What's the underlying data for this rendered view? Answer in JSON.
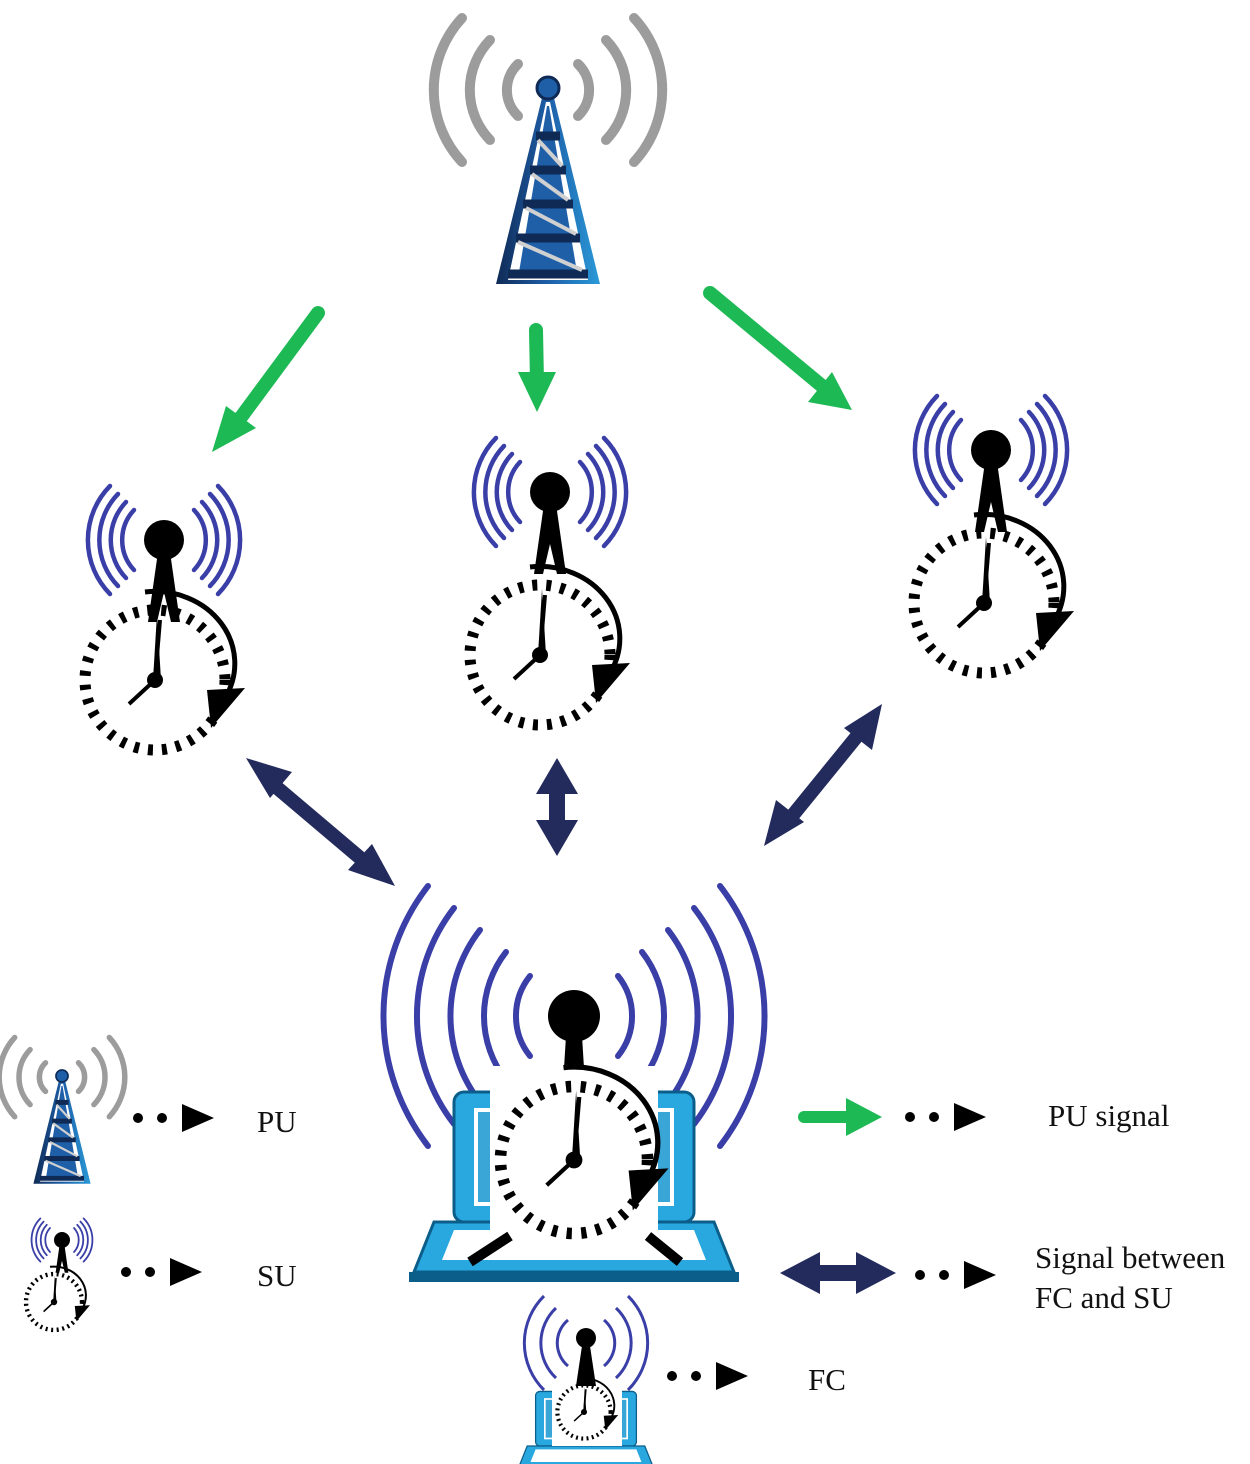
{
  "colors": {
    "pu_signal_arrow": "#1db954",
    "fc_su_arrow": "#232a5c",
    "su_waves": "#3a3fa8",
    "pu_waves": "#9e9e9e",
    "pu_tower": "#1d4f8c",
    "laptop": "#29a8e0",
    "ink": "#000000"
  },
  "icons": [
    "pu-tower-icon",
    "su-antenna-icon",
    "clock-icon",
    "laptop-icon",
    "fc-icon"
  ],
  "legend": {
    "pu": "PU",
    "su": "SU",
    "fc": "FC",
    "pu_signal": "PU signal",
    "fc_su_signal_line1": "Signal between",
    "fc_su_signal_line2": "FC and SU"
  }
}
